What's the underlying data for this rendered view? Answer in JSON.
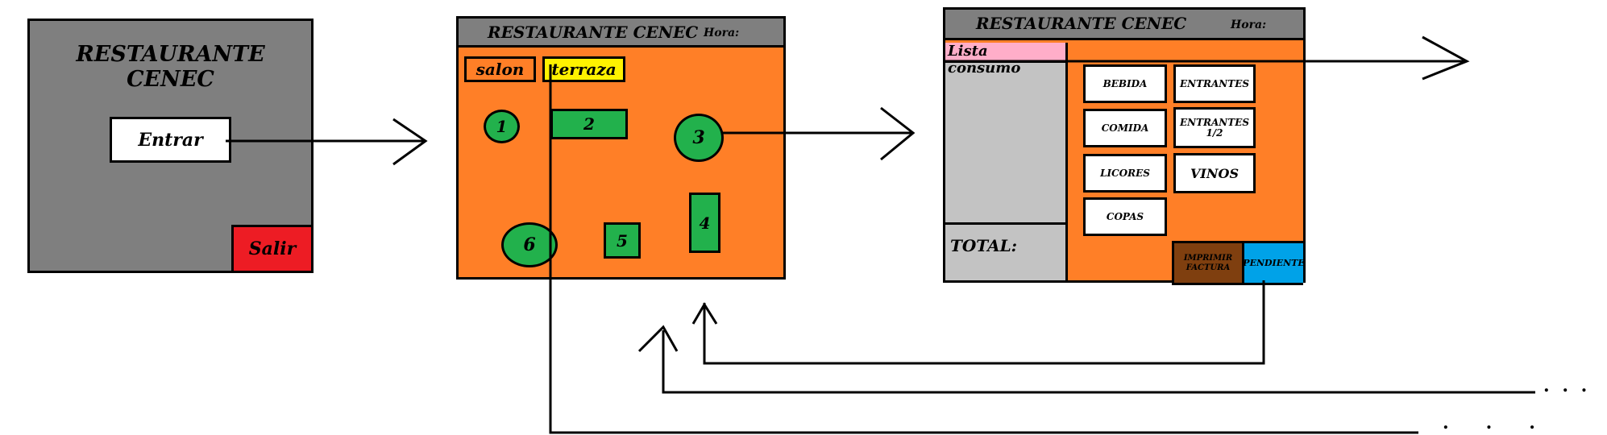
{
  "screen1": {
    "title": "RESTAURANTE CENEC",
    "enter_label": "Entrar",
    "exit_label": "Salir"
  },
  "screen2": {
    "title": "RESTAURANTE CENEC",
    "time_label": "Hora:",
    "tab_salon": "salon",
    "tab_terraza": "terraza",
    "tables": [
      "1",
      "2",
      "3",
      "4",
      "5",
      "6"
    ]
  },
  "screen3": {
    "title": "RESTAURANTE CENEC",
    "time_label": "Hora:",
    "consumption_list_label": "Lista consumo",
    "total_label": "TOTAL:",
    "categories": [
      "BEBIDA",
      "ENTRANTES",
      "COMIDA",
      "ENTRANTES 1/2",
      "LICORES",
      "VINOS",
      "COPAS"
    ],
    "print_invoice_label": "IMPRIMIR FACTURA",
    "pending_label": "PENDIENTE"
  },
  "ellipsis_top": ". . .",
  "ellipsis_bottom": ".      .      .",
  "colors": {
    "gray": "#7f7f7f",
    "orange": "#ff7f27",
    "green": "#22b14c",
    "red": "#ed1c24",
    "yellow": "#fff200",
    "pink": "#ffaec9",
    "light_gray": "#c3c3c3",
    "brown": "#7f3f0f",
    "blue": "#00a2e8"
  }
}
